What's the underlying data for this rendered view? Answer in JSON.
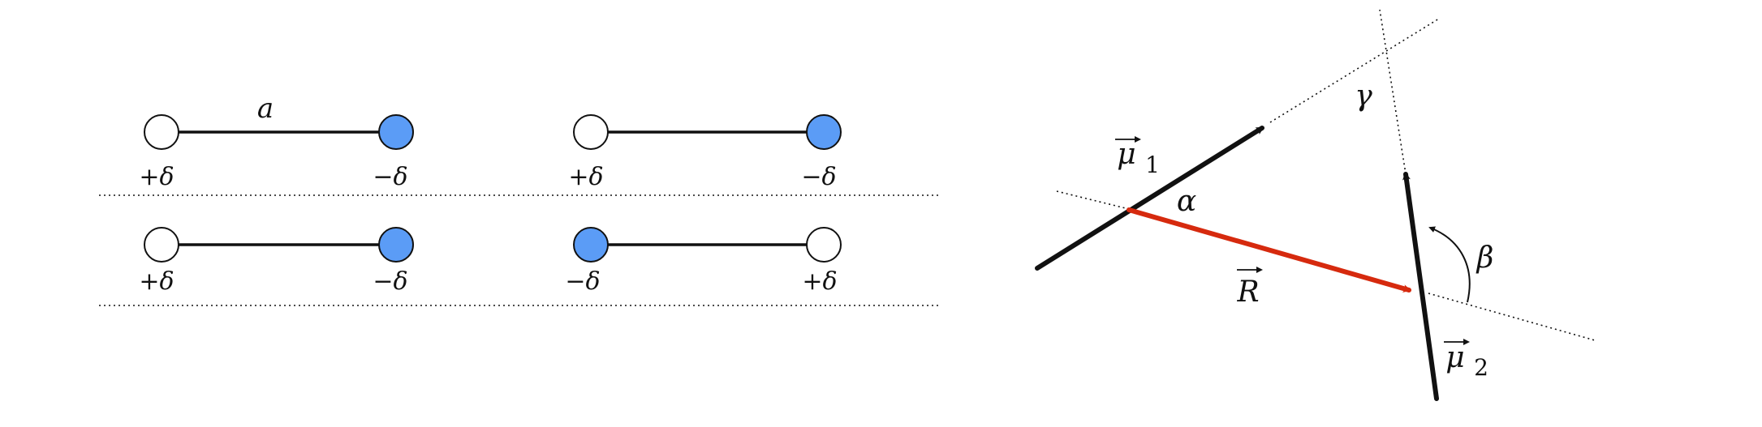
{
  "colors": {
    "background": "#ffffff",
    "ink": "#111111",
    "negative_charge_fill": "#5b9cf6",
    "positive_charge_fill": "#ffffff",
    "separation_vector": "#d62a0e"
  },
  "dipole_panel": {
    "bond_length_label": "a",
    "configurations": [
      {
        "left_charge": "+δ",
        "right_charge": "−δ",
        "left_fill": "positive",
        "right_fill": "negative"
      },
      {
        "left_charge": "+δ",
        "right_charge": "−δ",
        "left_fill": "positive",
        "right_fill": "negative"
      },
      {
        "left_charge": "+δ",
        "right_charge": "−δ",
        "left_fill": "positive",
        "right_fill": "negative"
      },
      {
        "left_charge": "−δ",
        "right_charge": "+δ",
        "left_fill": "negative",
        "right_fill": "positive"
      }
    ]
  },
  "geometry_panel": {
    "mu1_symbol": "μ",
    "mu1_subscript": "1",
    "mu2_symbol": "μ",
    "mu2_subscript": "2",
    "separation_symbol": "R",
    "angle_alpha": "α",
    "angle_beta": "β",
    "angle_gamma": "γ"
  }
}
